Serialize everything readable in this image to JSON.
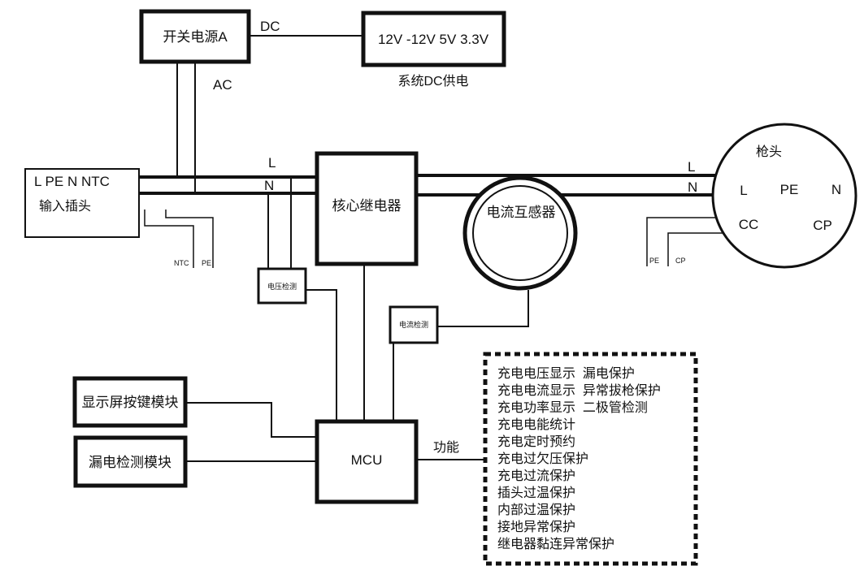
{
  "colors": {
    "stroke": "#111111",
    "background": "#ffffff"
  },
  "power_supply": {
    "label": "开关电源A",
    "dc_label": "DC",
    "ac_label": "AC"
  },
  "dc_outputs": {
    "label": "12V  -12V  5V  3.3V",
    "caption": "系统DC供电"
  },
  "input_plug": {
    "pins": "L  PE  N  NTC",
    "label": "输入插头",
    "ntc_tag": "NTC",
    "pe_tag": "PE"
  },
  "wires": {
    "l_left": "L",
    "n_left": "N",
    "l_right": "L",
    "n_right": "N"
  },
  "relay": {
    "label": "核心继电器"
  },
  "current_transformer": {
    "label": "电流互感器"
  },
  "voltage_detect": {
    "label": "电压检测"
  },
  "current_detect": {
    "label": "电流检测"
  },
  "gun_head": {
    "title": "枪头",
    "pin_l": "L",
    "pin_pe": "PE",
    "pin_n": "N",
    "pin_cc": "CC",
    "pin_cp": "CP",
    "pe_tag": "PE",
    "cp_tag": "CP"
  },
  "display_module": {
    "label": "显示屏按键模块"
  },
  "leakage_module": {
    "label": "漏电检测模块"
  },
  "mcu": {
    "label": "MCU",
    "function_label": "功能"
  },
  "functions": [
    "充电电压显示  漏电保护",
    "充电电流显示  异常拔枪保护",
    "充电功率显示  二极管检测",
    "充电电能统计",
    "充电定时预约",
    "充电过欠压保护",
    "充电过流保护",
    "插头过温保护",
    "内部过温保护",
    "接地异常保护",
    "继电器黏连异常保护"
  ]
}
